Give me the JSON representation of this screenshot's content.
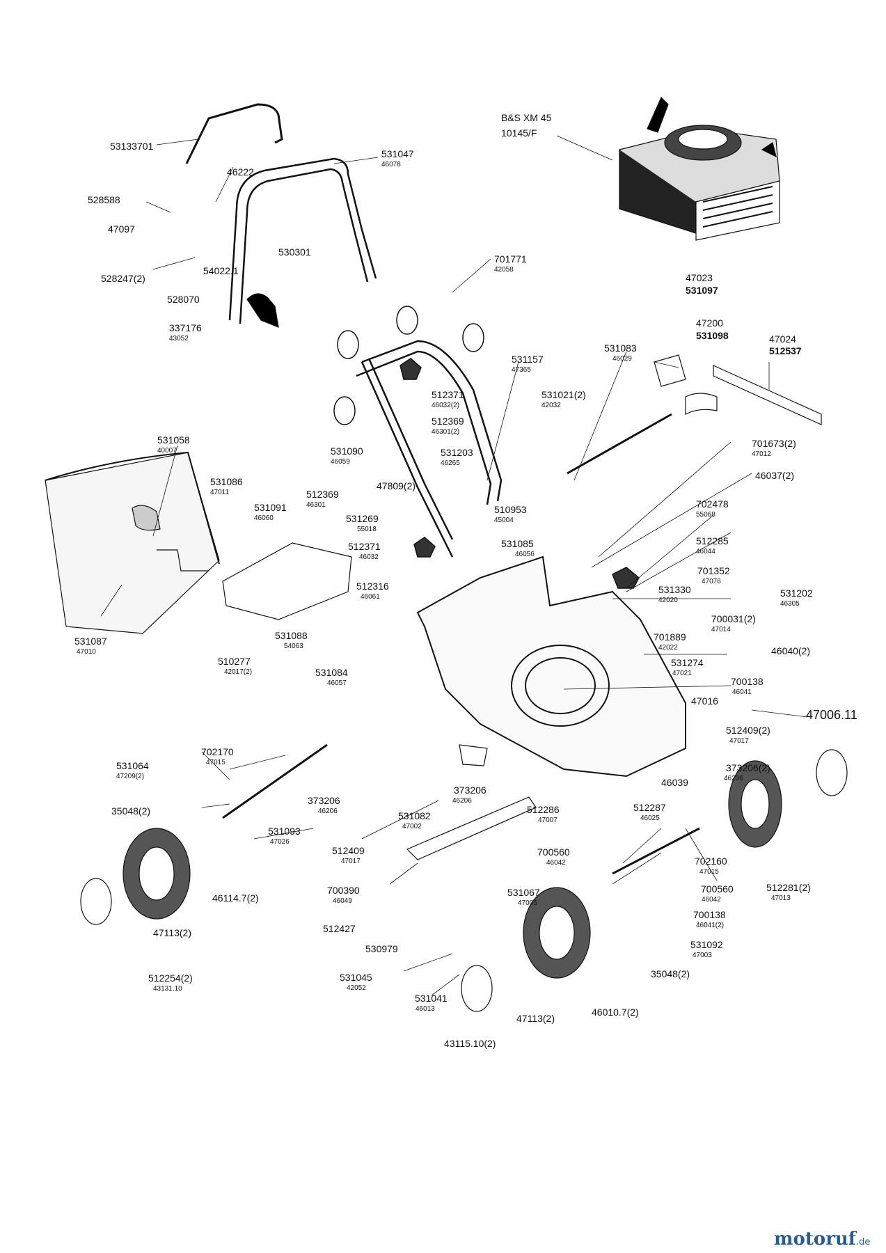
{
  "labels": {
    "engine_model": "B&S XM 45",
    "engine_code": "10145/F",
    "p53133701": "53133701",
    "p531047": "531047",
    "p46078": "46078",
    "p46222": "46222",
    "p528588": "528588",
    "p47097": "47097",
    "p528247": "528247(2)",
    "p528070": "528070",
    "p530301": "530301",
    "p54022_1": "54022.1",
    "p337176": "337176",
    "p43052": "43052",
    "p701771": "701771",
    "p42058": "42058",
    "p47023": "47023",
    "p531097": "531097",
    "p47200": "47200",
    "p531098": "531098",
    "p47024": "47024",
    "p512537": "512537",
    "p531083": "531083",
    "p46029": "46029",
    "p531157": "531157",
    "p47365": "47365",
    "p531021": "531021(2)",
    "p42032": "42032",
    "p512371a": "512371",
    "p46032_2": "46032(2)",
    "p512369a": "512369",
    "p46301_2": "46301(2)",
    "p531203": "531203",
    "p46265": "46265",
    "p531090": "531090",
    "p46059": "46059",
    "p701673": "701673(2)",
    "p47012": "47012",
    "p46037": "46037(2)",
    "p531058": "531058",
    "p40007": "40007",
    "p531086": "531086",
    "p47011": "47011",
    "p531091": "531091",
    "p46060": "46060",
    "p512369b": "512369",
    "p46301": "46301",
    "p47809": "47809(2)",
    "p510953": "510953",
    "p45004": "45004",
    "p702478": "702478",
    "p55068": "55068",
    "p531269": "531269",
    "p55018": "55018",
    "p512371b": "512371",
    "p46032": "46032",
    "p531085": "531085",
    "p46056": "46056",
    "p512285": "512285",
    "p46044": "46044",
    "p701352": "701352",
    "p47076": "47076",
    "p531330": "531330",
    "p42020": "42020",
    "p531202": "531202",
    "p46305": "46305",
    "p512316": "512316",
    "p46061": "46061",
    "p700031": "700031(2)",
    "p47014": "47014",
    "p531087": "531087",
    "p47010": "47010",
    "p531088": "531088",
    "p54063": "54063",
    "p701889": "701889",
    "p42022": "42022",
    "p46040": "46040(2)",
    "p510277": "510277",
    "p42017": "42017(2)",
    "p531084": "531084",
    "p46057": "46057",
    "p531274": "531274",
    "p47021": "47021",
    "p700138a": "700138",
    "p46041": "46041",
    "p47016": "47016",
    "p47006_11": "47006.11",
    "p512409a": "512409(2)",
    "p47017a": "47017",
    "p702170": "702170",
    "p47015a": "47015",
    "p531064": "531064",
    "p47209": "47209(2)",
    "p373206a": "373206(2)",
    "p46206a": "46206",
    "p373206b": "373206",
    "p46206b": "46206",
    "p46039": "46039",
    "p373206c": "373206",
    "p46206c": "46206",
    "p35048a": "35048(2)",
    "p531093": "531093",
    "p47026": "47026",
    "p531082": "531082",
    "p47002": "47002",
    "p512286": "512286",
    "p47007": "47007",
    "p512287": "512287",
    "p46025": "46025",
    "p512409b": "512409",
    "p47017b": "47017",
    "p700560a": "700560",
    "p46042a": "46042",
    "p702160": "702160",
    "p47015b": "47015",
    "p512281": "512281(2)",
    "p47013": "47013",
    "p700390": "700390",
    "p46049": "46049",
    "p46114_7": "46114.7(2)",
    "p531067": "531067",
    "p47005": "47005",
    "p700560b": "700560",
    "p46042b": "46042",
    "p47113a": "47113(2)",
    "p512427": "512427",
    "p700138b": "700138",
    "p46041_2": "46041(2)",
    "p531092": "531092",
    "p47003": "47003",
    "p530979": "530979",
    "p35048b": "35048(2)",
    "p512254": "512254(2)",
    "p43131_10": "43131.10",
    "p531045": "531045",
    "p42052": "42052",
    "p531041": "531041",
    "p46013": "46013",
    "p47113b": "47113(2)",
    "p46010_7": "46010.7(2)",
    "p43115_10": "43115.10(2)"
  },
  "logo": {
    "text": "motoruf",
    "suffix": ".de"
  },
  "colors": {
    "ink": "#111111",
    "shade": "#333333",
    "brand": "#2a5d8f",
    "brand_dot": "#e07a1f"
  }
}
